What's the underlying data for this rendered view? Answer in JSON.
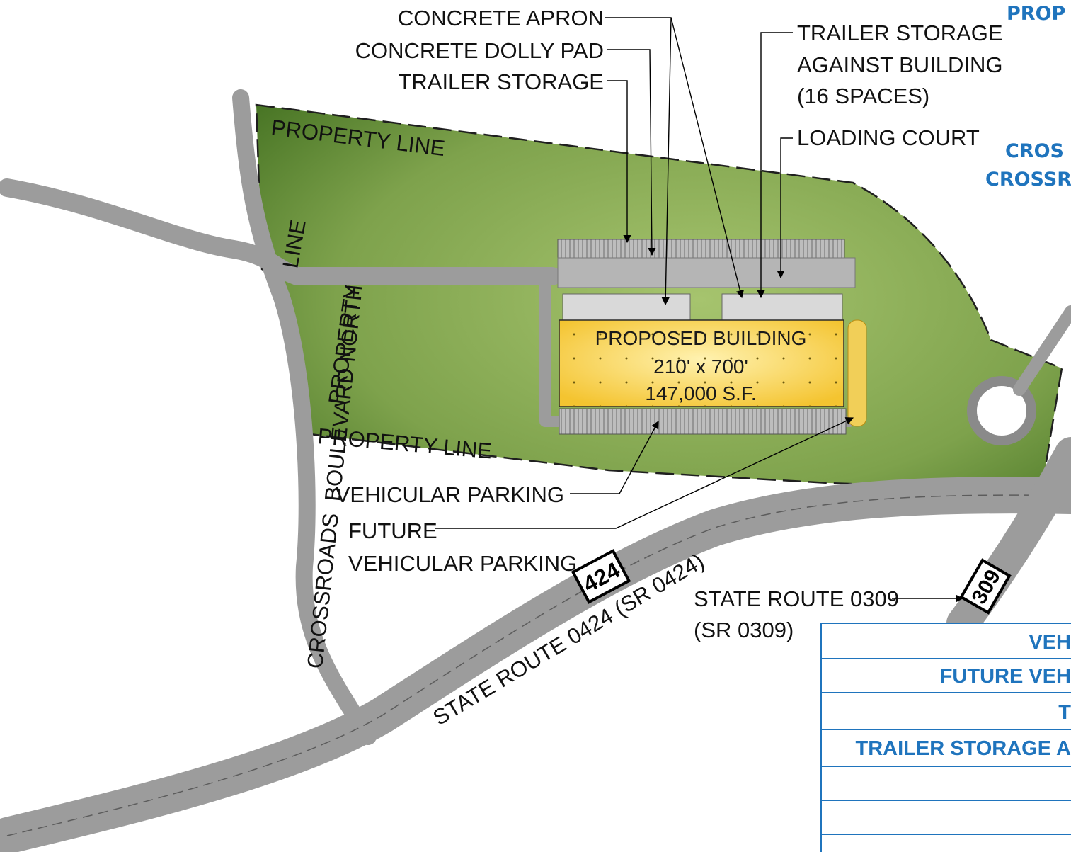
{
  "colors": {
    "grass_dark": "#3f6d1e",
    "grass_light": "#a6c46e",
    "road": "#9c9c9c",
    "building": "#f4c430",
    "building_highlight": "#fff2b0",
    "accent_blue": "#1f74bd"
  },
  "header": {
    "title_fragment": "PROP",
    "subtitle_line1": "CROS",
    "subtitle_line2": "CROSSR"
  },
  "callouts": {
    "concrete_apron": "CONCRETE APRON",
    "concrete_dolly_pad": "CONCRETE DOLLY PAD",
    "trailer_storage": "TRAILER STORAGE",
    "trailer_storage_against_line1": "TRAILER STORAGE",
    "trailer_storage_against_line2": "AGAINST BUILDING",
    "trailer_storage_against_line3": "(16 SPACES)",
    "loading_court": "LOADING COURT",
    "vehicular_parking": "VEHICULAR PARKING",
    "future_parking_line1": "FUTURE",
    "future_parking_line2": "VEHICULAR PARKING"
  },
  "property": {
    "top": "PROPERTY LINE",
    "line_vertical": "LINE",
    "property_vertical": "PROPERTY",
    "bottom": "PROPERTY LINE"
  },
  "building": {
    "name": "PROPOSED BUILDING",
    "dimensions": "210' x 700'",
    "area": "147,000 S.F."
  },
  "roads": {
    "crossroads": "CROSSROADS  BOULEVARD NORTH",
    "sr424": "STATE ROUTE 0424 (SR 0424)",
    "sr424_shield": "424",
    "sr309_line1": "STATE ROUTE 0309",
    "sr309_line2": "(SR 0309)",
    "sr309_shield": "309"
  },
  "legend_table": {
    "rows": [
      "VEH",
      "FUTURE VEH",
      "T",
      "TRAILER STORAGE A",
      "",
      "",
      ""
    ]
  }
}
